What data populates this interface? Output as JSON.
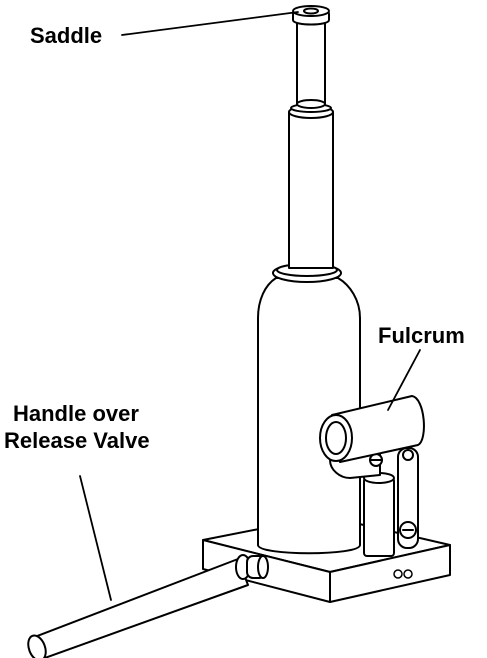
{
  "labels": {
    "saddle": "Saddle",
    "fulcrum": "Fulcrum",
    "handle_line1": "Handle over",
    "handle_line2": "Release Valve"
  },
  "colors": {
    "line": "#000000",
    "fill": "#ffffff"
  }
}
